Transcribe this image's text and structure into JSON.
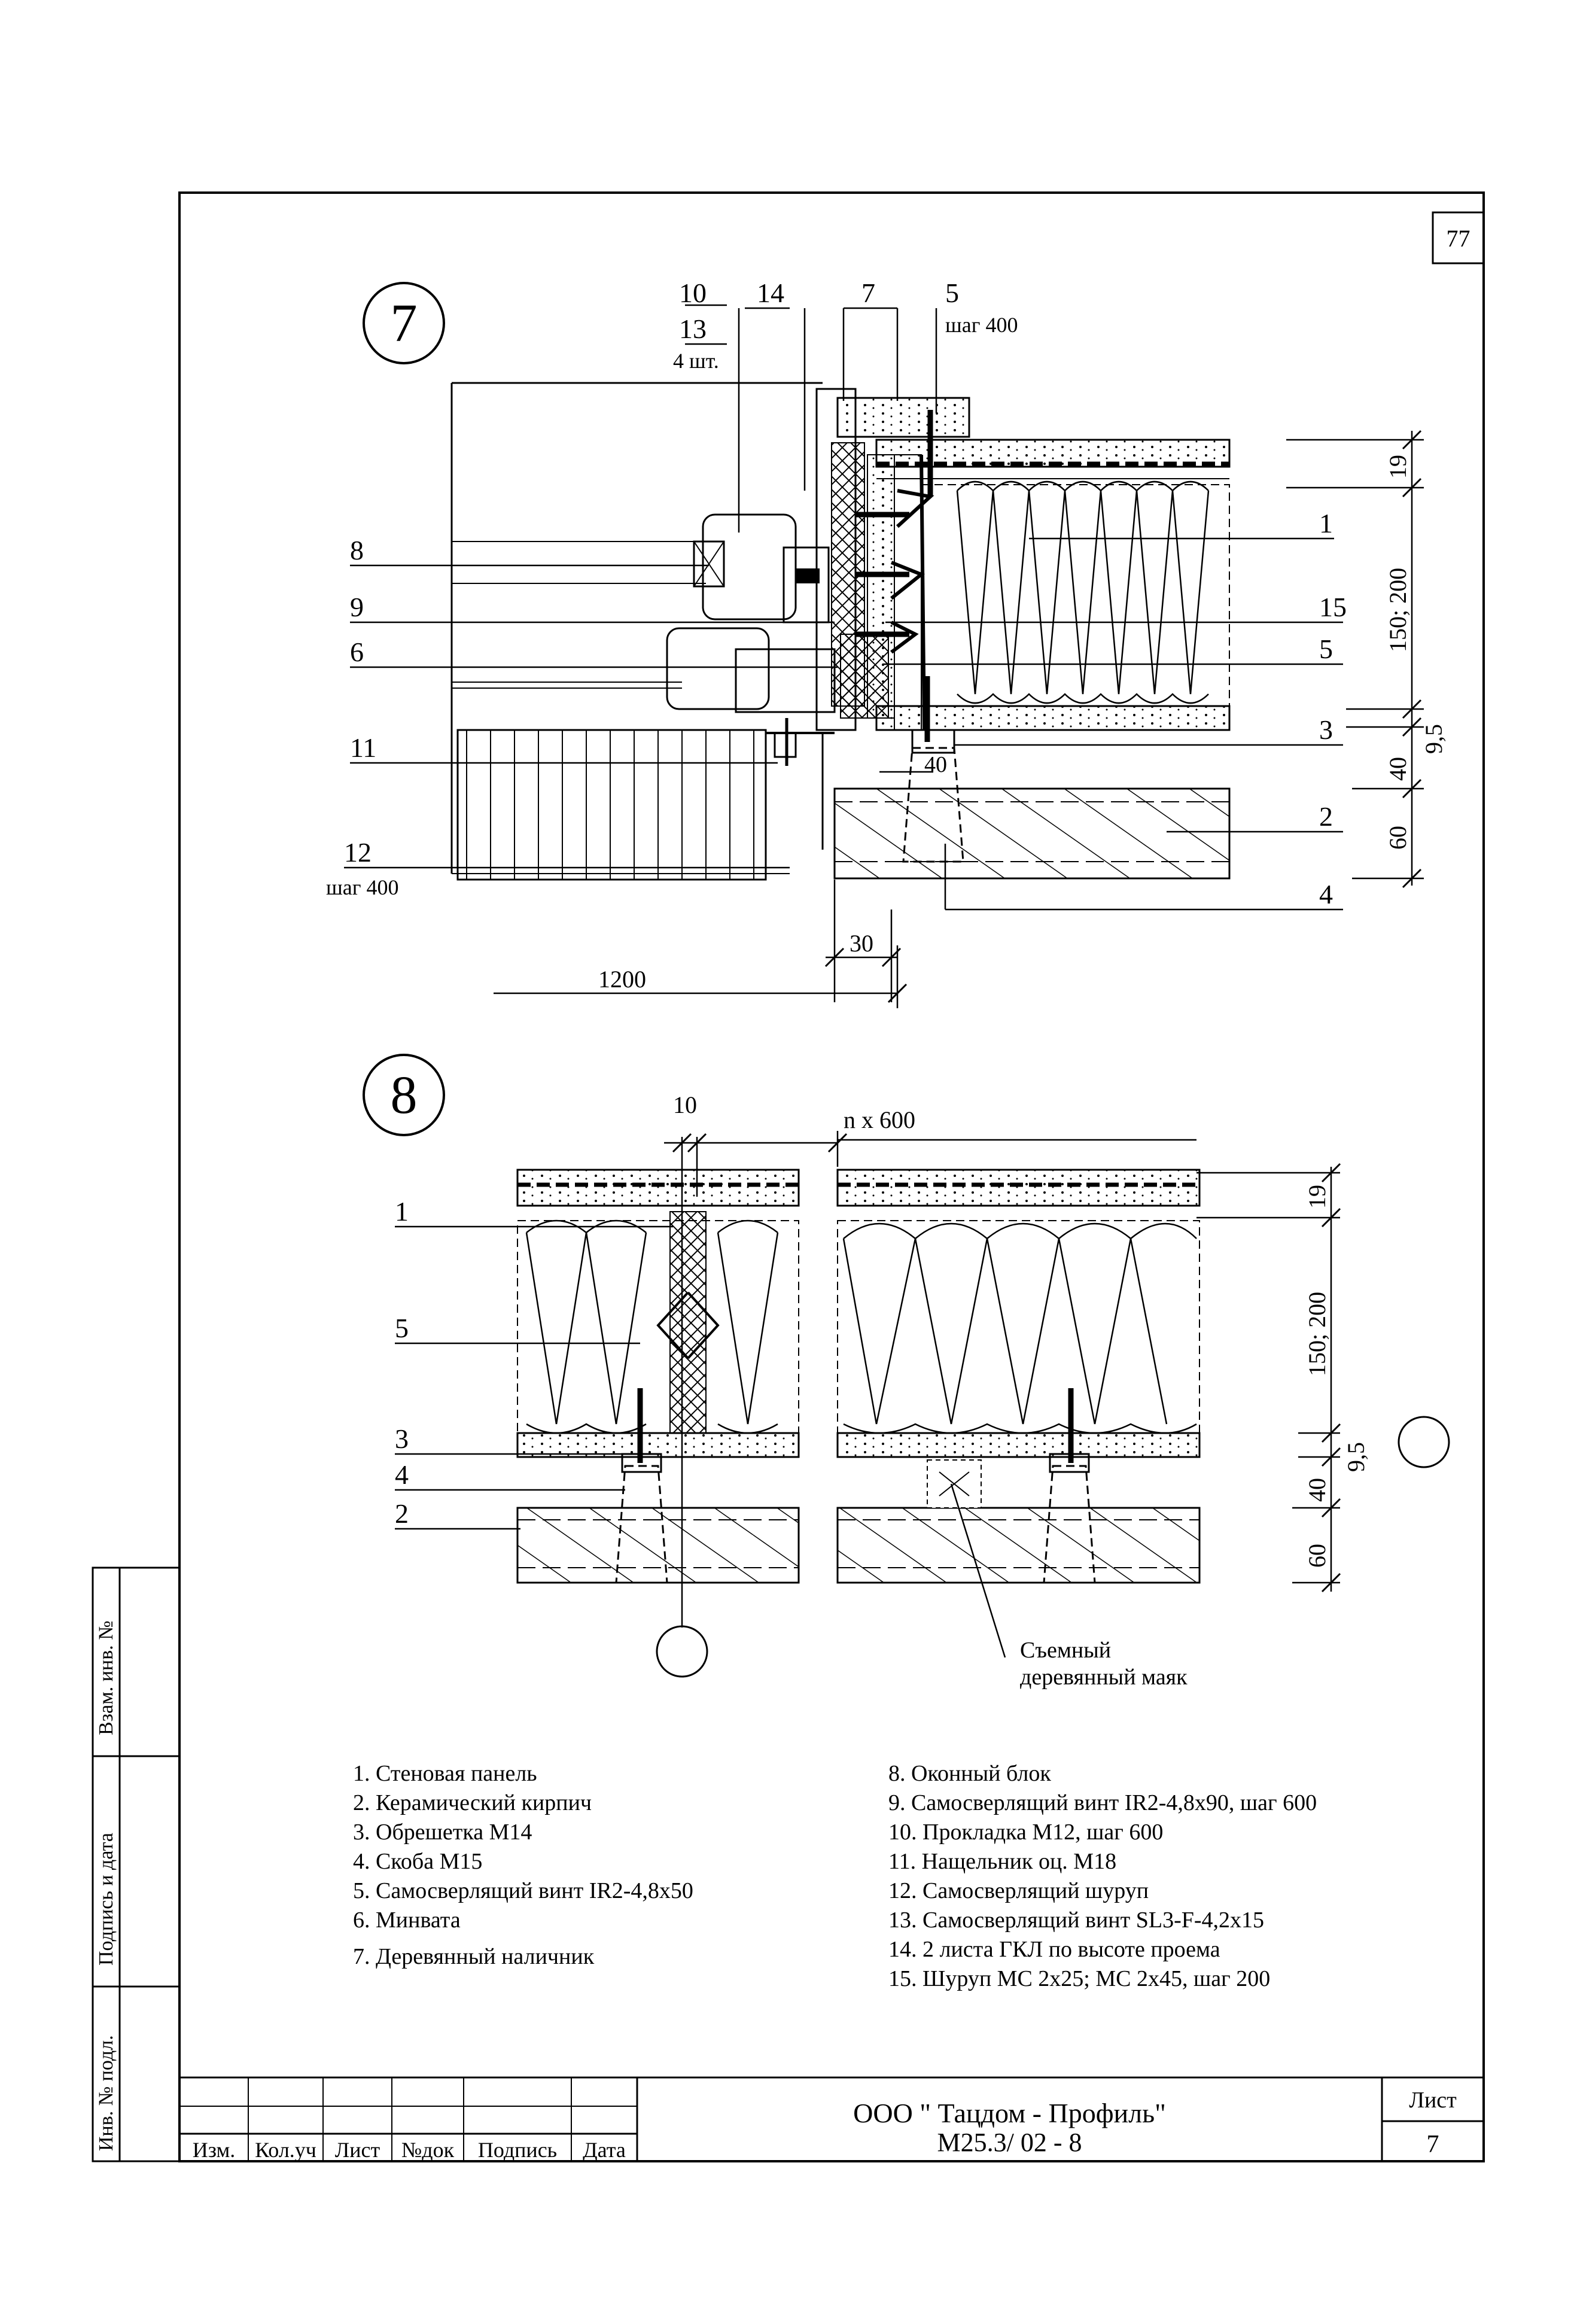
{
  "sheet": {
    "corner_number": "77",
    "sheet_label": "Лист",
    "sheet_number": "7"
  },
  "company": {
    "name": "ООО \" Тацдом - Профиль\"",
    "code": "М25.3/ 02 - 8"
  },
  "title_block_headers": [
    "Изм.",
    "Кол.уч",
    "Лист",
    "№док",
    "Подпись",
    "Дата"
  ],
  "side_stamp": [
    "Инв. № подл.",
    "Подпись и дата",
    "Взам. инв. №"
  ],
  "detail7": {
    "number": "7",
    "callouts_top": [
      "10",
      "13",
      "4 шт.",
      "14",
      "7",
      "5",
      "шаг 400"
    ],
    "callouts_left": [
      "8",
      "9",
      "6",
      "11",
      "12",
      "шаг 400"
    ],
    "callouts_right": [
      "1",
      "15",
      "5",
      "3",
      "2",
      "4"
    ],
    "dims_right": [
      "19",
      "150; 200",
      "9,5",
      "40",
      "60"
    ],
    "dims_bottom": [
      "40",
      "30",
      "1200"
    ]
  },
  "detail8": {
    "number": "8",
    "dims_top": [
      "10",
      "n x 600"
    ],
    "callouts_left": [
      "1",
      "5",
      "3",
      "4",
      "2"
    ],
    "dims_right": [
      "19",
      "150; 200",
      "9,5",
      "40",
      "60"
    ],
    "beacon_label": [
      "Съемный",
      "деревянный маяк"
    ]
  },
  "legend": {
    "left": [
      "1. Стеновая панель",
      "2. Керамический кирпич",
      "3. Обрешетка М14",
      "4. Скоба М15",
      "5. Самосверлящий винт IR2-4,8х50",
      "6. Минвата",
      "7. Деревянный наличник"
    ],
    "right": [
      "8. Оконный блок",
      "9. Самосверлящий винт IR2-4,8х90, шаг 600",
      "10. Прокладка М12, шаг 600",
      "11. Нащельник оц. М18",
      "12. Самосверлящий шуруп",
      "13. Самосверлящий винт SL3-F-4,2х15",
      "14. 2 листа ГКЛ по высоте проема",
      "15. Шуруп МС 2х25; МС 2х45, шаг 200"
    ]
  }
}
